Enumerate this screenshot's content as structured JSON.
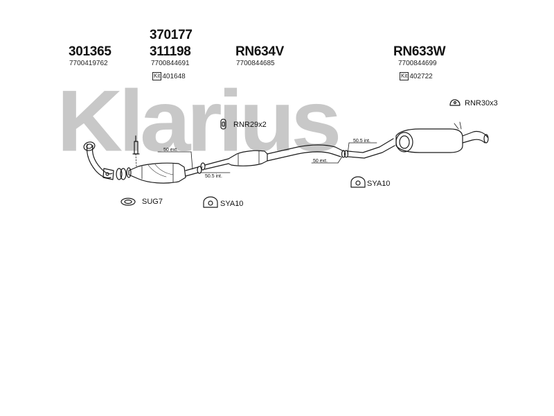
{
  "watermark": "Klarius",
  "parts": [
    {
      "id": "p1",
      "part_number": "301365",
      "oe_number": "7700419762"
    },
    {
      "id": "p2",
      "part_number_top": "370177",
      "part_number": "311198",
      "oe_number": "7700844691",
      "kit": "Kit",
      "kit_number": "401648"
    },
    {
      "id": "p3",
      "part_number": "RN634V",
      "oe_number": "7700844685"
    },
    {
      "id": "p4",
      "part_number": "RN633W",
      "oe_number": "7700844699",
      "kit": "Kit",
      "kit_number": "402722"
    }
  ],
  "fittings": {
    "rnr29": "RNR29x2",
    "rnr30": "RNR30x3",
    "sug7": "SUG7",
    "sya10_left": "SYA10",
    "sya10_right": "SYA10"
  },
  "dimensions": {
    "d1": "50 ext.",
    "d2": "50.5 int.",
    "d3": "50.5 int.",
    "d4": "50 ext."
  }
}
